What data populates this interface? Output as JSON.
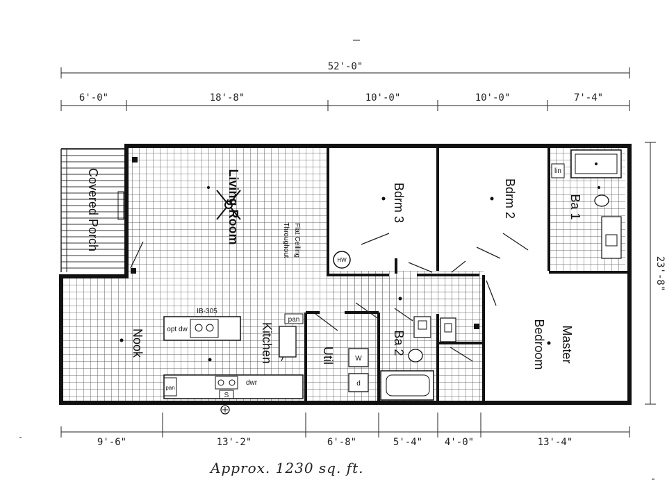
{
  "plan": {
    "overall_width": "52'-0\"",
    "overall_depth": "23'-8\"",
    "top_dims": [
      "6'-0\"",
      "18'-8\"",
      "10'-0\"",
      "10'-0\"",
      "7'-4\""
    ],
    "bottom_dims": [
      "9'-6\"",
      "13'-2\"",
      "6'-8\"",
      "5'-4\"",
      "4'-0\"",
      "13'-4\""
    ],
    "rooms": {
      "covered_porch": "Covered Porch",
      "living_room": "Living Room",
      "ceiling_note_1": "Flat Ceiling",
      "ceiling_note_2": "Throughout",
      "bdrm3": "Bdrm 3",
      "bdrm2": "Bdrm 2",
      "ba1": "Ba 1",
      "master_1": "Master",
      "master_2": "Bedroom",
      "ba2": "Ba 2",
      "util": "Util",
      "kitchen": "Kitchen",
      "nook": "Nook"
    },
    "labels": {
      "island": "IB-305",
      "opt_dw": "opt dw",
      "pan_upper": "pan",
      "pan_lower": "pan",
      "sink": "S",
      "dwr": "dwr",
      "lin": "lin",
      "hw": "HW",
      "washer": "W",
      "dryer": "d"
    },
    "footer": "Approx. 1230 sq. ft."
  }
}
